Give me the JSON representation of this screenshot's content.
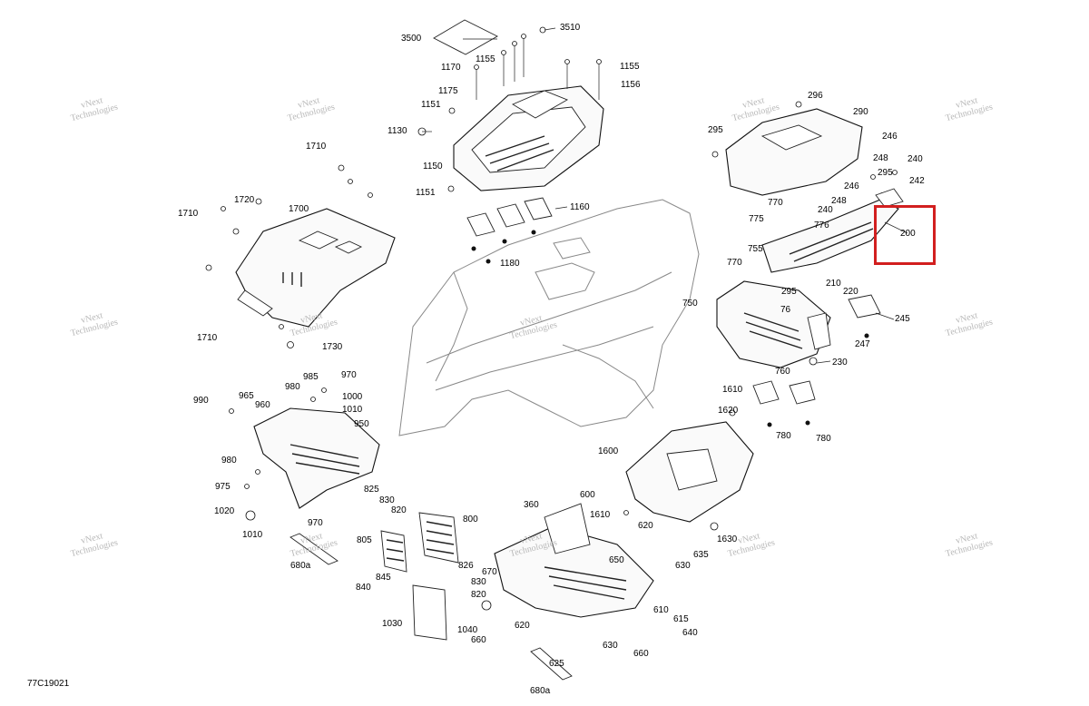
{
  "drawing": {
    "reference": "77C19021",
    "watermark": {
      "line1": "vNext",
      "line2": "Technologies"
    },
    "highlight_part": "200"
  },
  "callouts": [
    "3500",
    "3510",
    "1155",
    "1170",
    "1155",
    "1175",
    "1156",
    "1151",
    "1130",
    "1150",
    "1151",
    "1160",
    "1180",
    "1710",
    "1720",
    "1700",
    "1710",
    "1710",
    "1730",
    "296",
    "290",
    "295",
    "246",
    "248",
    "240",
    "295",
    "242",
    "246",
    "248",
    "240",
    "200",
    "770",
    "775",
    "776",
    "770",
    "755",
    "750",
    "76",
    "210",
    "220",
    "295",
    "245",
    "247",
    "230",
    "760",
    "780",
    "780",
    "985",
    "970",
    "980",
    "1000",
    "990",
    "965",
    "960",
    "1010",
    "950",
    "980",
    "975",
    "1020",
    "1010",
    "970",
    "825",
    "830",
    "820",
    "800",
    "805",
    "845",
    "840",
    "680a",
    "826",
    "830",
    "820",
    "1030",
    "1040",
    "660",
    "620",
    "670",
    "1610",
    "1620",
    "1600",
    "1610",
    "620",
    "635",
    "1630",
    "630",
    "650",
    "600",
    "360",
    "615",
    "610",
    "640",
    "630",
    "660",
    "625",
    "680a"
  ]
}
